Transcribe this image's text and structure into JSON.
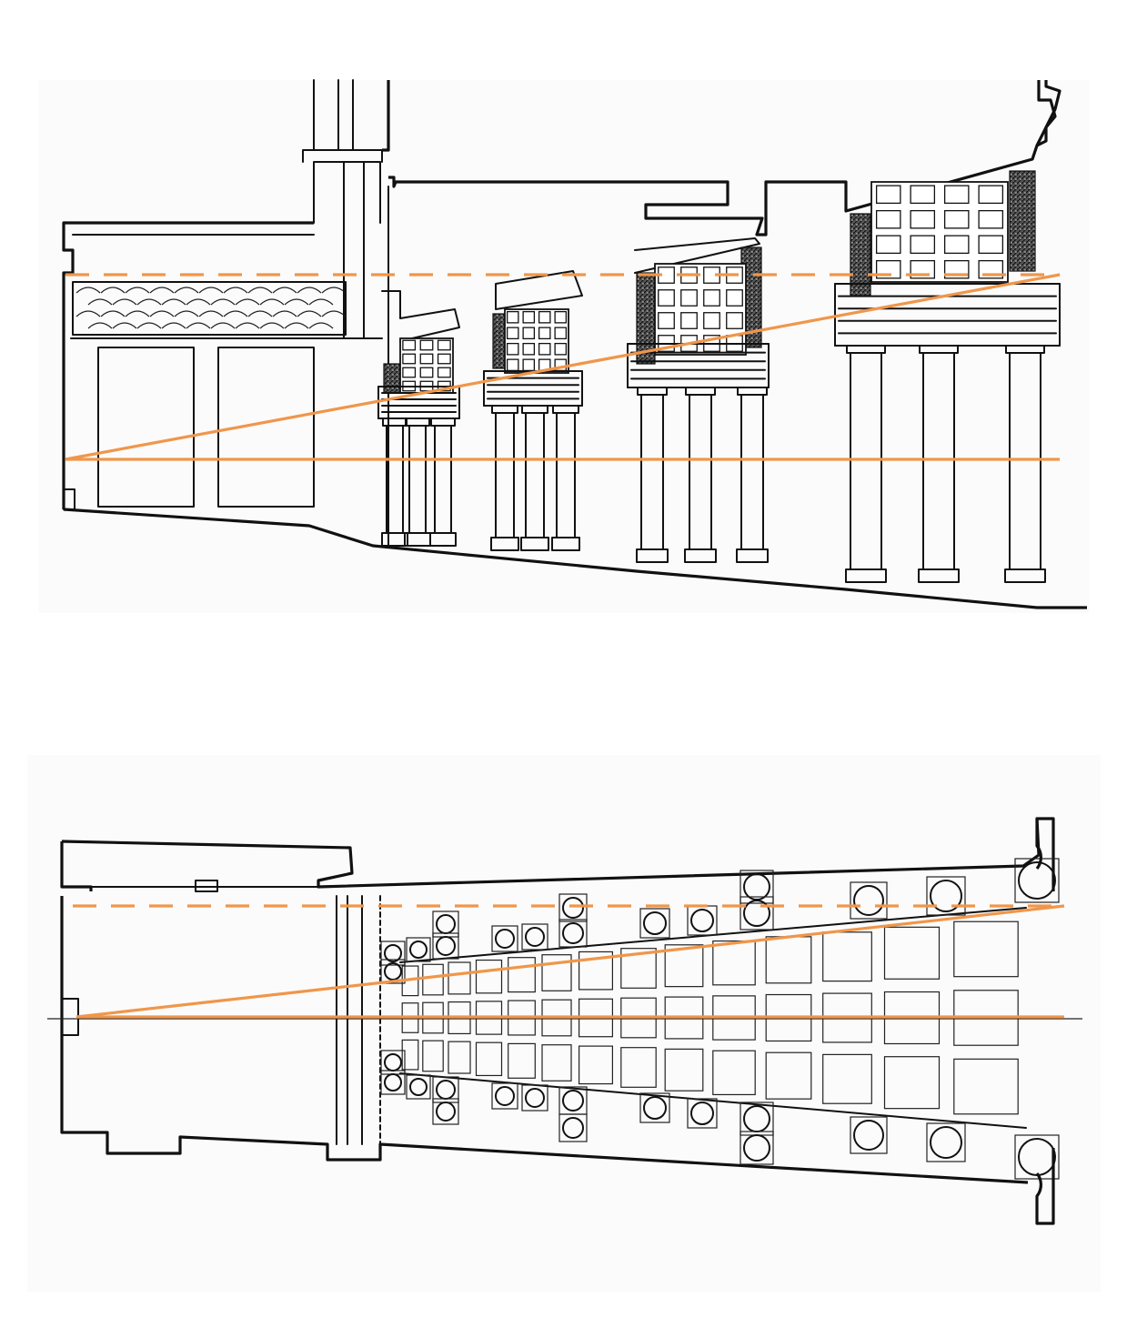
{
  "figure": {
    "panels": [
      {
        "id": "elevation"
      },
      {
        "id": "plan"
      }
    ],
    "colors": {
      "accent": "#F0964A",
      "ink": "#111111",
      "paper": "#FBFBFB"
    },
    "guide_lines": [
      {
        "type": "horizon",
        "style": "dashed"
      },
      {
        "type": "sight-line",
        "style": "solid"
      },
      {
        "type": "axis",
        "style": "solid"
      }
    ]
  }
}
